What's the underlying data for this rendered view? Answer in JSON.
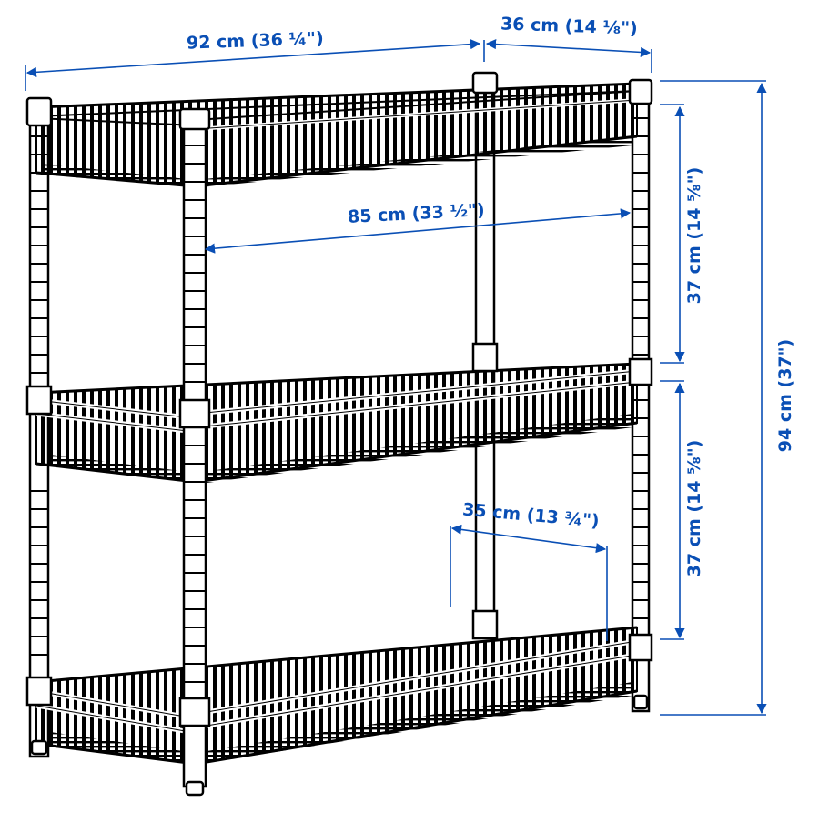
{
  "diagram": {
    "subject": "3-tier wire basket shelving unit",
    "accent_color": "#0a4fb5",
    "line_color": "#000000",
    "background": "#ffffff",
    "tiers": 3,
    "dimensions": {
      "total_width": "92 cm (36 ¼\")",
      "depth": "36 cm (14 ⅛\")",
      "inner_width": "85 cm (33 ½\")",
      "basket_depth": "35 cm (13 ¾\")",
      "tier_spacing_upper": "37 cm (14 ⅝\")",
      "tier_spacing_lower": "37 cm (14 ⅝\")",
      "total_height": "94 cm (37\")"
    }
  }
}
